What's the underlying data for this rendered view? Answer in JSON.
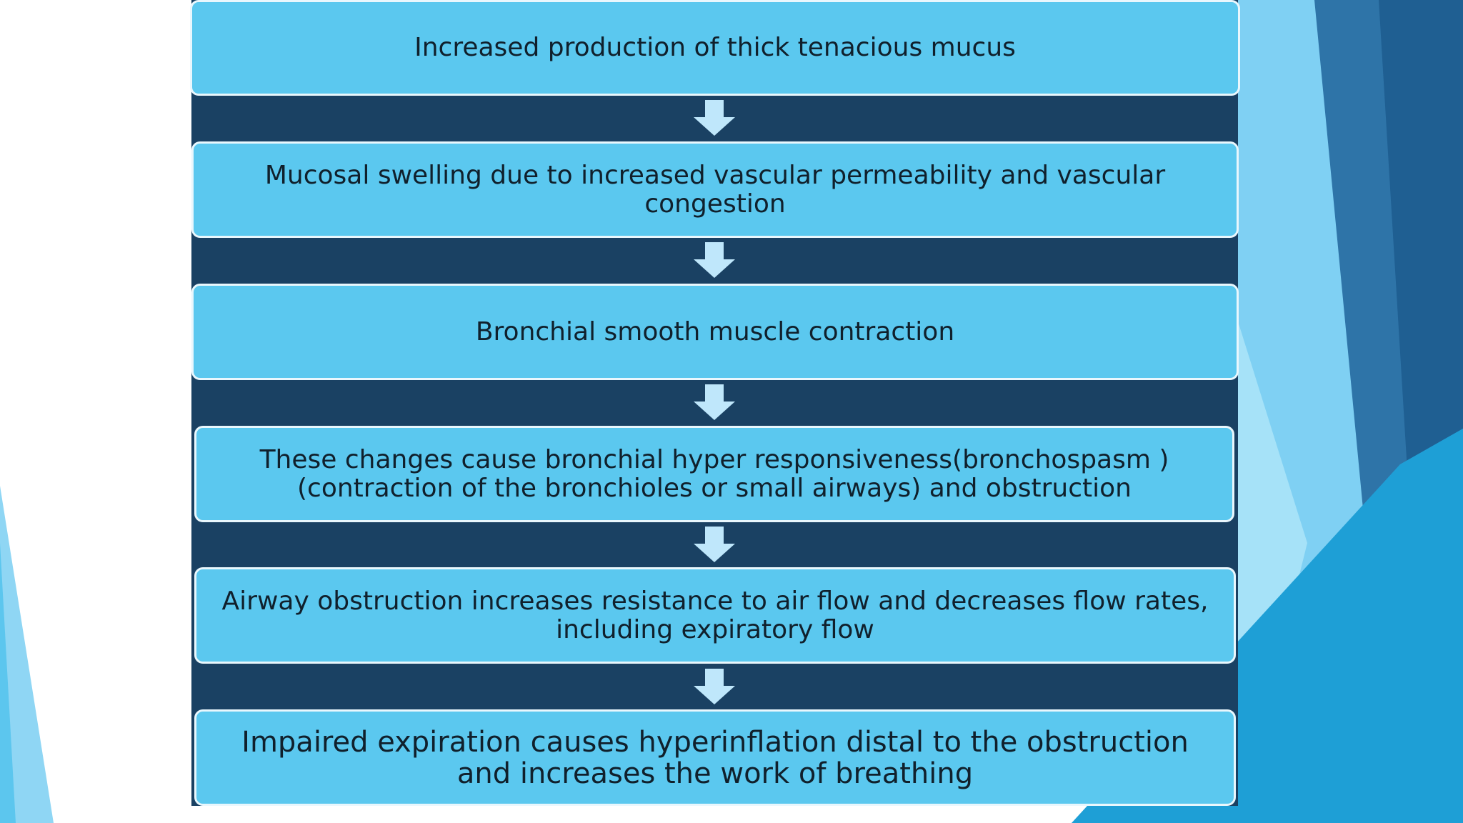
{
  "diagram": {
    "steps": [
      {
        "id": "step-1",
        "text": "Increased production of thick tenacious mucus"
      },
      {
        "id": "step-2",
        "text": "Mucosal swelling due to increased vascular permeability and vascular congestion"
      },
      {
        "id": "step-3",
        "text": "Bronchial smooth muscle contraction"
      },
      {
        "id": "step-4",
        "text": "These changes cause bronchial hyper responsiveness(bronchospasm )(contraction of the bronchioles or small airways) and obstruction"
      },
      {
        "id": "step-5",
        "text": "Airway obstruction increases resistance to air flow and decreases flow rates, including expiratory flow"
      },
      {
        "id": "step-6",
        "text": "Impaired expiration causes hyperinflation distal to the obstruction and increases the work of breathing"
      }
    ]
  },
  "colors": {
    "panel": "#1a4163",
    "box_fill": "#5bc8ef",
    "box_border": "#e9f7fd",
    "arrow": "#bfe7fb",
    "text": "#10202c"
  },
  "icons": {
    "arrow": "arrow-down-icon"
  }
}
